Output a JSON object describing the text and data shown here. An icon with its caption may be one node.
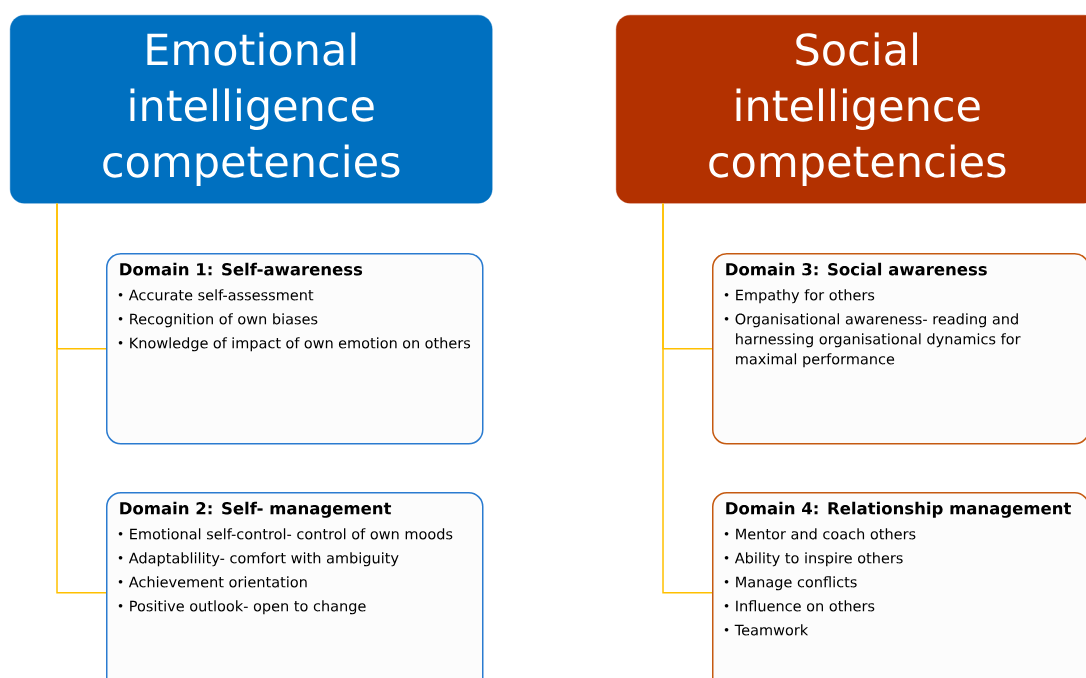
{
  "diagram": {
    "nodes": [
      {
        "text": [
          "Emotional intelligence competencies"
        ]
      },
      {
        "text": [
          "Domain 1: Self-awareness",
          "Accurate self-assessment",
          "Recognition of own biases",
          "Knowledge of impact of own emotion on others"
        ]
      },
      {
        "text": [
          "Domain 2: Self- management",
          "Emotional self-control- control of own moods",
          "Adaptablility- comfort with ambiguity",
          "Achievement orientation",
          "Positive outlook- open to change"
        ]
      },
      {
        "text": [
          "Social intelligence competencies"
        ]
      },
      {
        "text": [
          "Domain 3: Social awareness",
          "Empathy for others",
          "Organisational awareness- reading and harnessing organisational dynamics for maximal performance"
        ]
      },
      {
        "text": [
          "Domain 4: Relationship management",
          "Mentor and coach others",
          "Ability to inspire others",
          "Manage conflicts",
          "Influence on others",
          "Teamwork"
        ]
      }
    ],
    "edges": [
      {
        "from": 0,
        "to": 1,
        "arrow": "none"
      },
      {
        "from": 0,
        "to": 2,
        "arrow": "none"
      },
      {
        "from": 3,
        "to": 4,
        "arrow": "none"
      },
      {
        "from": 3,
        "to": 5,
        "arrow": "none"
      }
    ]
  }
}
